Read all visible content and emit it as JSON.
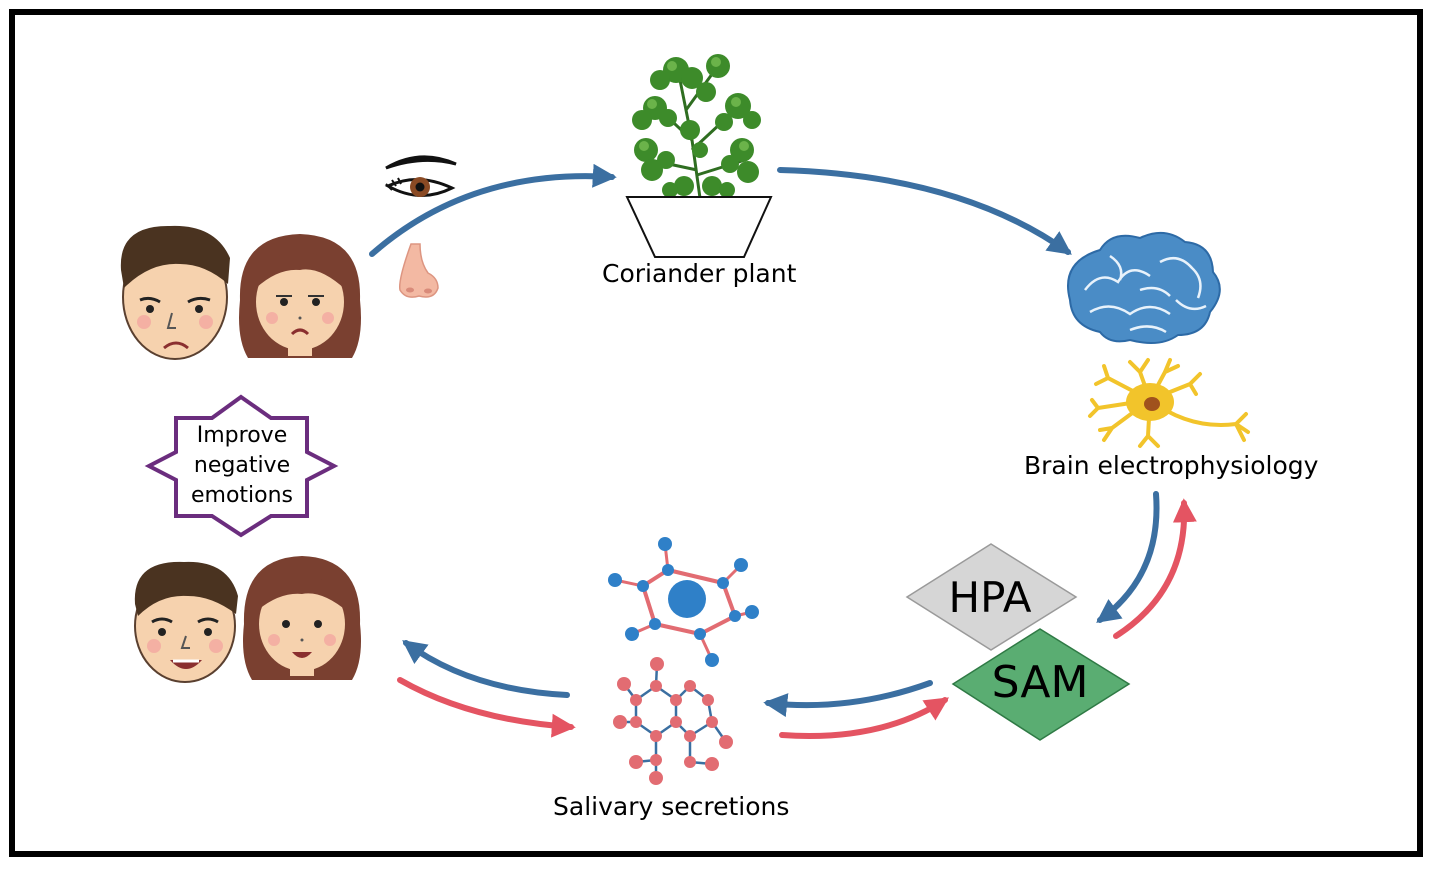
{
  "labels": {
    "coriander_plant": "Coriander plant",
    "brain_electrophysiology": "Brain electrophysiology",
    "salivary_secretions": "Salivary secretions",
    "improve_negative_emotions": "Improve negative emotions",
    "hpa": "HPA",
    "sam": "SAM"
  },
  "colors": {
    "blue_arrow": "#3b6fa1",
    "red_arrow": "#e45462",
    "hpa_fill": "#d6d6d6",
    "sam_fill": "#5aad72",
    "star_outline": "#6b2d7e",
    "brain": "#4a8cc6",
    "neuron": "#f2c42b",
    "molecule_blue": "#2f80c8",
    "molecule_red": "#e26c72",
    "leaf": "#3d8b2a",
    "skin": "#f6d2ae",
    "male_hair": "#4a3320",
    "female_hair": "#7a4030"
  },
  "icons": [
    "eye-icon",
    "nose-icon",
    "coriander-plant-icon",
    "brain-icon",
    "neuron-icon",
    "molecule-icon",
    "sad-face-icon",
    "happy-face-icon"
  ]
}
